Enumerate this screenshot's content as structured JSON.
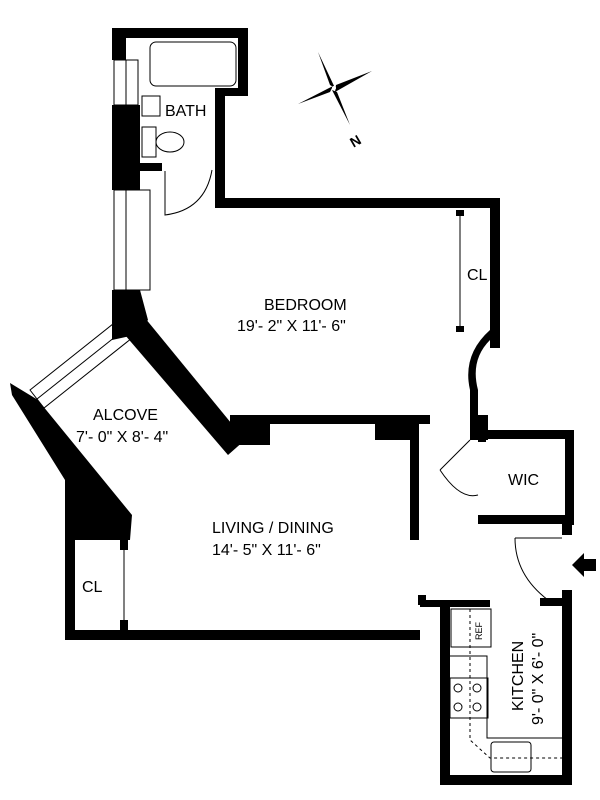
{
  "rooms": {
    "bath": {
      "name": "BATH"
    },
    "bedroom": {
      "name": "BEDROOM",
      "size": "19'- 2\" X 11'- 6\""
    },
    "bedroom_closet": {
      "name": "CL"
    },
    "alcove": {
      "name": "ALCOVE",
      "size": "7'- 0\" X 8'- 4\""
    },
    "living": {
      "name": "LIVING / DINING",
      "size": "14'- 5\" X 11'- 6\""
    },
    "living_closet": {
      "name": "CL"
    },
    "wic": {
      "name": "WIC"
    },
    "kitchen": {
      "name": "KITCHEN",
      "size": "9'- 0\" X 6'- 0\""
    },
    "refrigerator": {
      "name": "REF"
    }
  },
  "compass": {
    "label": "N"
  },
  "icons": [
    "compass-icon",
    "entry-arrow-icon",
    "bathtub-icon",
    "sink-icon",
    "toilet-icon",
    "stove-icon",
    "door-swing-icon"
  ]
}
